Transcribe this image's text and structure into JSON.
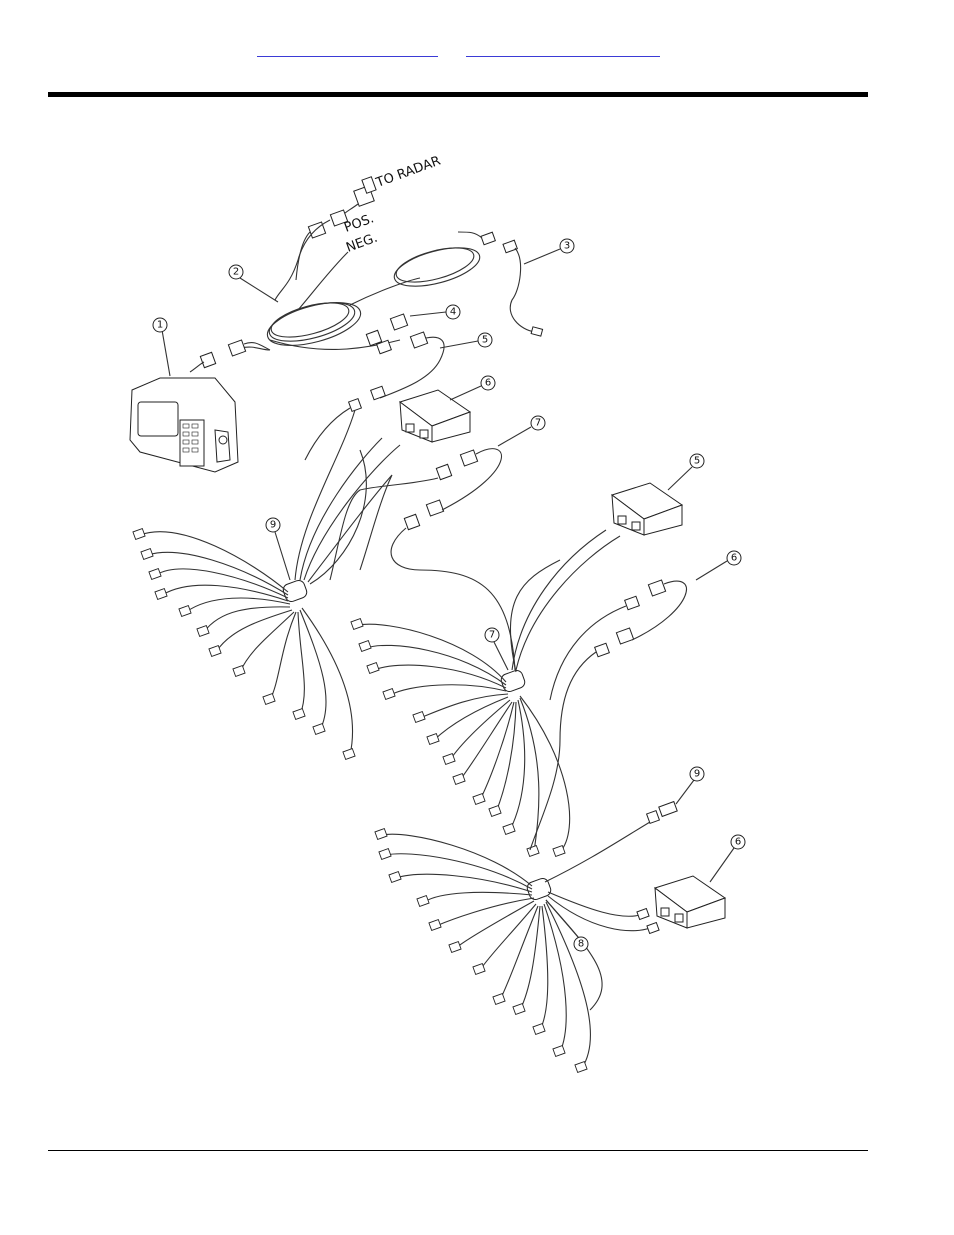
{
  "header": {
    "links": [
      {
        "label": ""
      },
      {
        "label": ""
      }
    ]
  },
  "diagram": {
    "annotations": [
      "TO RADAR",
      "POS.",
      "NEG."
    ],
    "callouts": [
      "1",
      "2",
      "3",
      "4",
      "5",
      "6",
      "7",
      "9",
      "5",
      "6",
      "7",
      "9",
      "6",
      "8"
    ]
  },
  "colors": {
    "rule": "#000000",
    "link_underline": "#3b3bd6",
    "line_art": "#333333",
    "background": "#ffffff"
  }
}
